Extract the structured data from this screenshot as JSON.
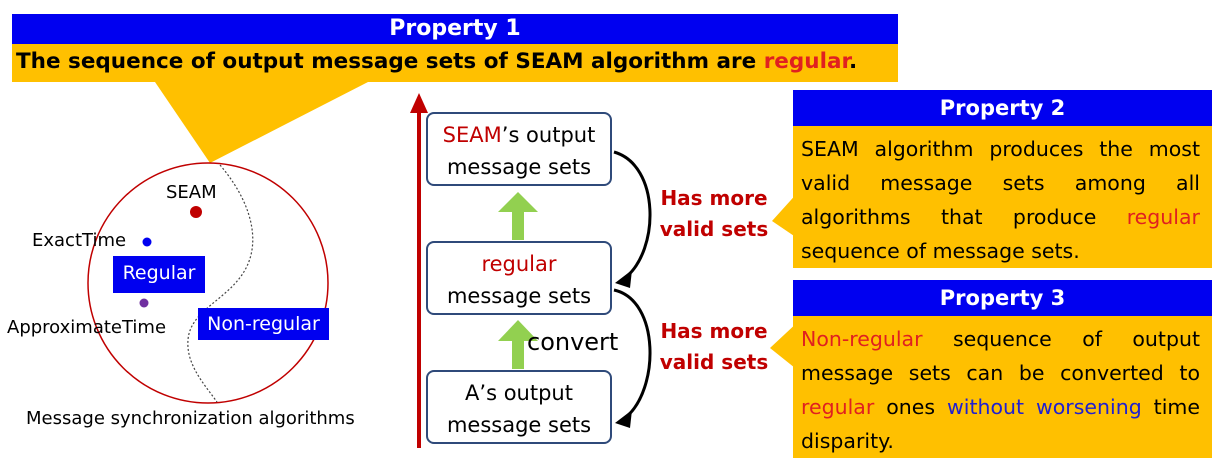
{
  "property1": {
    "title": "Property 1",
    "text_before": "The sequence of output message sets of SEAM algorithm are ",
    "text_highlight": "regular",
    "text_after": "."
  },
  "venn": {
    "seam": "SEAM",
    "exact_time": "ExactTime",
    "approximate_time": "ApproximateTime",
    "regular": "Regular",
    "non_regular": "Non-regular",
    "caption": "Message synchronization algorithms"
  },
  "flow": {
    "box_top": {
      "highlight": "SEAM",
      "rest": "’s output",
      "line2": "message sets"
    },
    "box_mid": {
      "highlight": "regular",
      "line2": "message sets"
    },
    "box_bottom": {
      "line1": "A’s output",
      "line2": "message sets"
    },
    "convert": "convert",
    "has_more_1": {
      "line1": "Has more",
      "line2": "valid sets"
    },
    "has_more_2": {
      "line1": "Has more",
      "line2": "valid sets"
    }
  },
  "property2": {
    "title": "Property 2",
    "text_before": "SEAM algorithm produces the most valid message sets among all algorithms that produce ",
    "text_highlight": "regular",
    "text_after": " sequence of message sets."
  },
  "property3": {
    "title": "Property 3",
    "t1": "Non-regular",
    "t2": " sequence of output message sets can be converted to ",
    "t3": "regular",
    "t4": " ones ",
    "t5": "without worsening",
    "t6": " time disparity."
  },
  "colors": {
    "header_blue": "#0000f0",
    "callout_yellow": "#ffc000",
    "accent_red": "#c00000",
    "arrow_green": "#92d050"
  }
}
